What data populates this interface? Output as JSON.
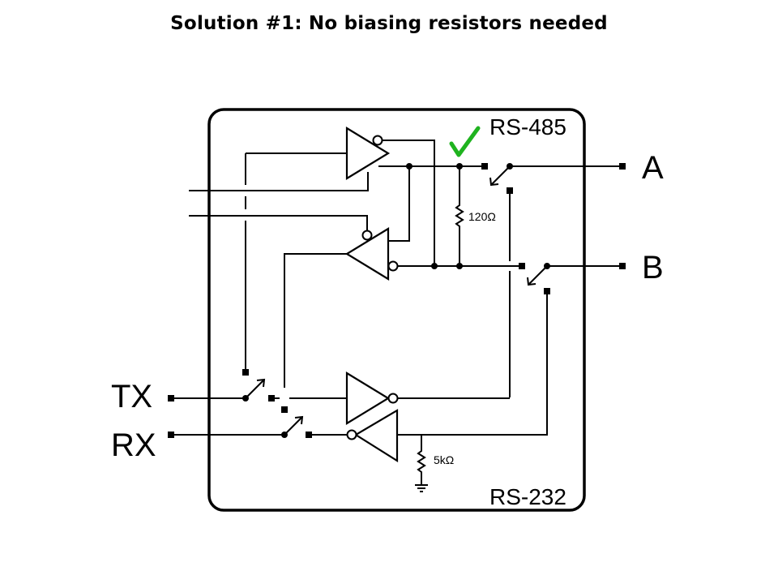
{
  "title": "Solution #1: No biasing resistors needed",
  "diagram": {
    "block_labels": {
      "top": "RS-485",
      "bottom": "RS-232"
    },
    "external_terminals": {
      "a": "A",
      "b": "B",
      "tx": "TX",
      "rx": "RX"
    },
    "components": {
      "termination_resistor": "120Ω",
      "pulldown_resistor": "5kΩ"
    },
    "annotations": {
      "checkmark": "check-icon",
      "checkmark_color": "#1fb31f"
    }
  }
}
